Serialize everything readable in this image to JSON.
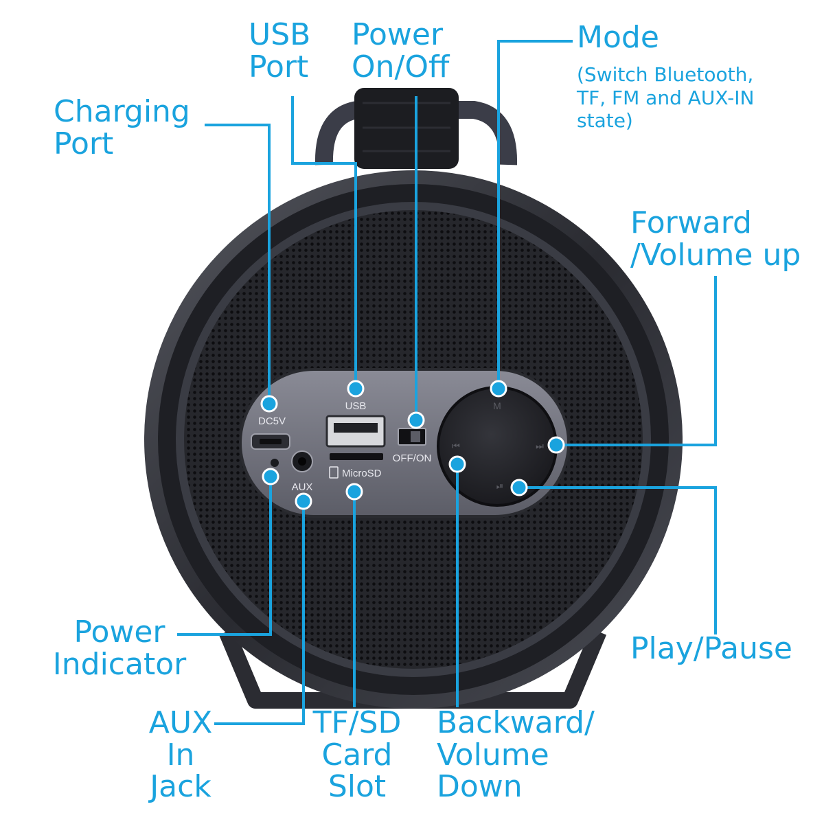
{
  "colors": {
    "callout": "#1aa3de",
    "body": "#2a2b31",
    "grille": "#1b1c20",
    "panel": "#6d6e78"
  },
  "labels": {
    "usb_port": "USB\nPort",
    "power_onoff": "Power\nOn/Off",
    "mode_title": "Mode",
    "mode_desc": "(Switch Bluetooth,\nTF, FM and AUX-IN\nstate)",
    "charging_port": "Charging\nPort",
    "forward": "Forward\n/Volume up",
    "play_pause": "Play/Pause",
    "power_indicator": "Power\nIndicator",
    "aux_in": "AUX\nIn\nJack",
    "tf_sd": "TF/SD\nCard\nSlot",
    "backward": "Backward/\nVolume\nDown"
  },
  "panel_text": {
    "dc5v": "DC5V",
    "usb": "USB",
    "off_on": "OFF/ON",
    "aux": "AUX",
    "microsd": "MicroSD",
    "mode_key": "M"
  },
  "icons": [
    "micro-usb-port-icon",
    "usb-a-port-icon",
    "power-switch-icon",
    "aux-jack-icon",
    "led-indicator-icon",
    "microsd-slot-icon",
    "control-dial-icon",
    "callout-dot-icon"
  ]
}
